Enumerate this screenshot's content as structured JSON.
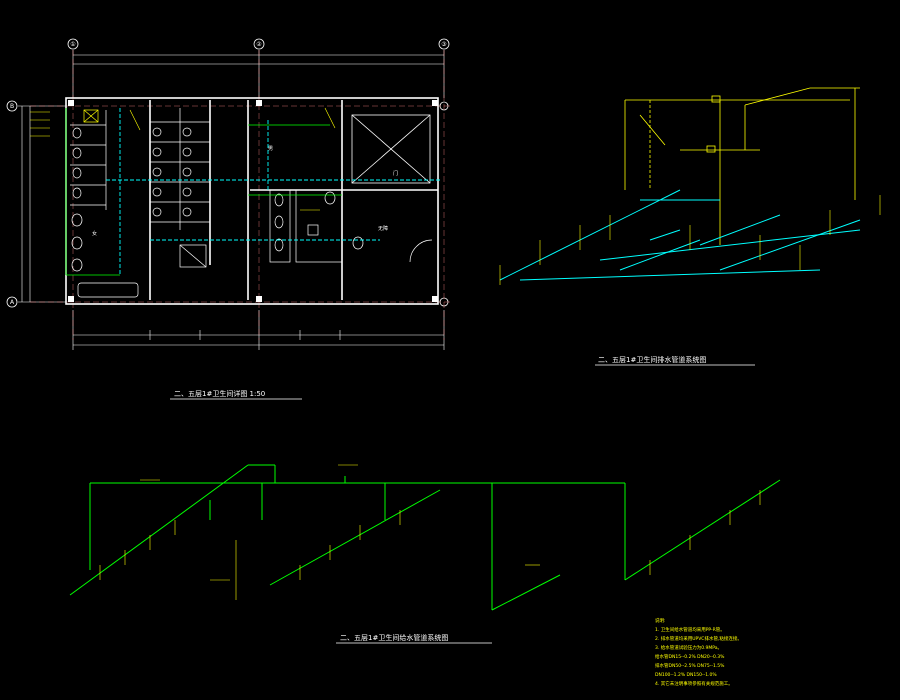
{
  "titles": {
    "plan": "二、五层1#卫生间详图 1:50",
    "drain_system": "二、五层1#卫生间排水管道系统图",
    "supply_system": "二、五层1#卫生间给水管道系统图"
  },
  "grid_axes": {
    "top": [
      "①",
      "②",
      "③"
    ],
    "left": [
      "B",
      "A"
    ]
  },
  "room_labels": {
    "stair": "门",
    "room_left": "女",
    "room_mid": "男",
    "room_right": "无障"
  },
  "colors": {
    "background": "#000000",
    "wall": "#ffffff",
    "drain_pipe": "#00ffff",
    "supply_pipe": "#00ff00",
    "annotation": "#ffff00",
    "dimension": "#ffffff",
    "grid": "#ff8080"
  },
  "notes_lines": [
    "说明:",
    "1. 卫生间给水管道均采用PP-R管。",
    "2. 排水管道均采用UPVC排水管,粘接连接。",
    "3. 给水管道试验压力为0.9MPa。",
    "   给水管DN15--0.2%  DN20--0.3%",
    "   排水管DN50--2.5%  DN75--1.5%",
    "   DN100--1.2%  DN150--1.0%",
    "4. 其它未注明事项参照有关规范施工。"
  ]
}
